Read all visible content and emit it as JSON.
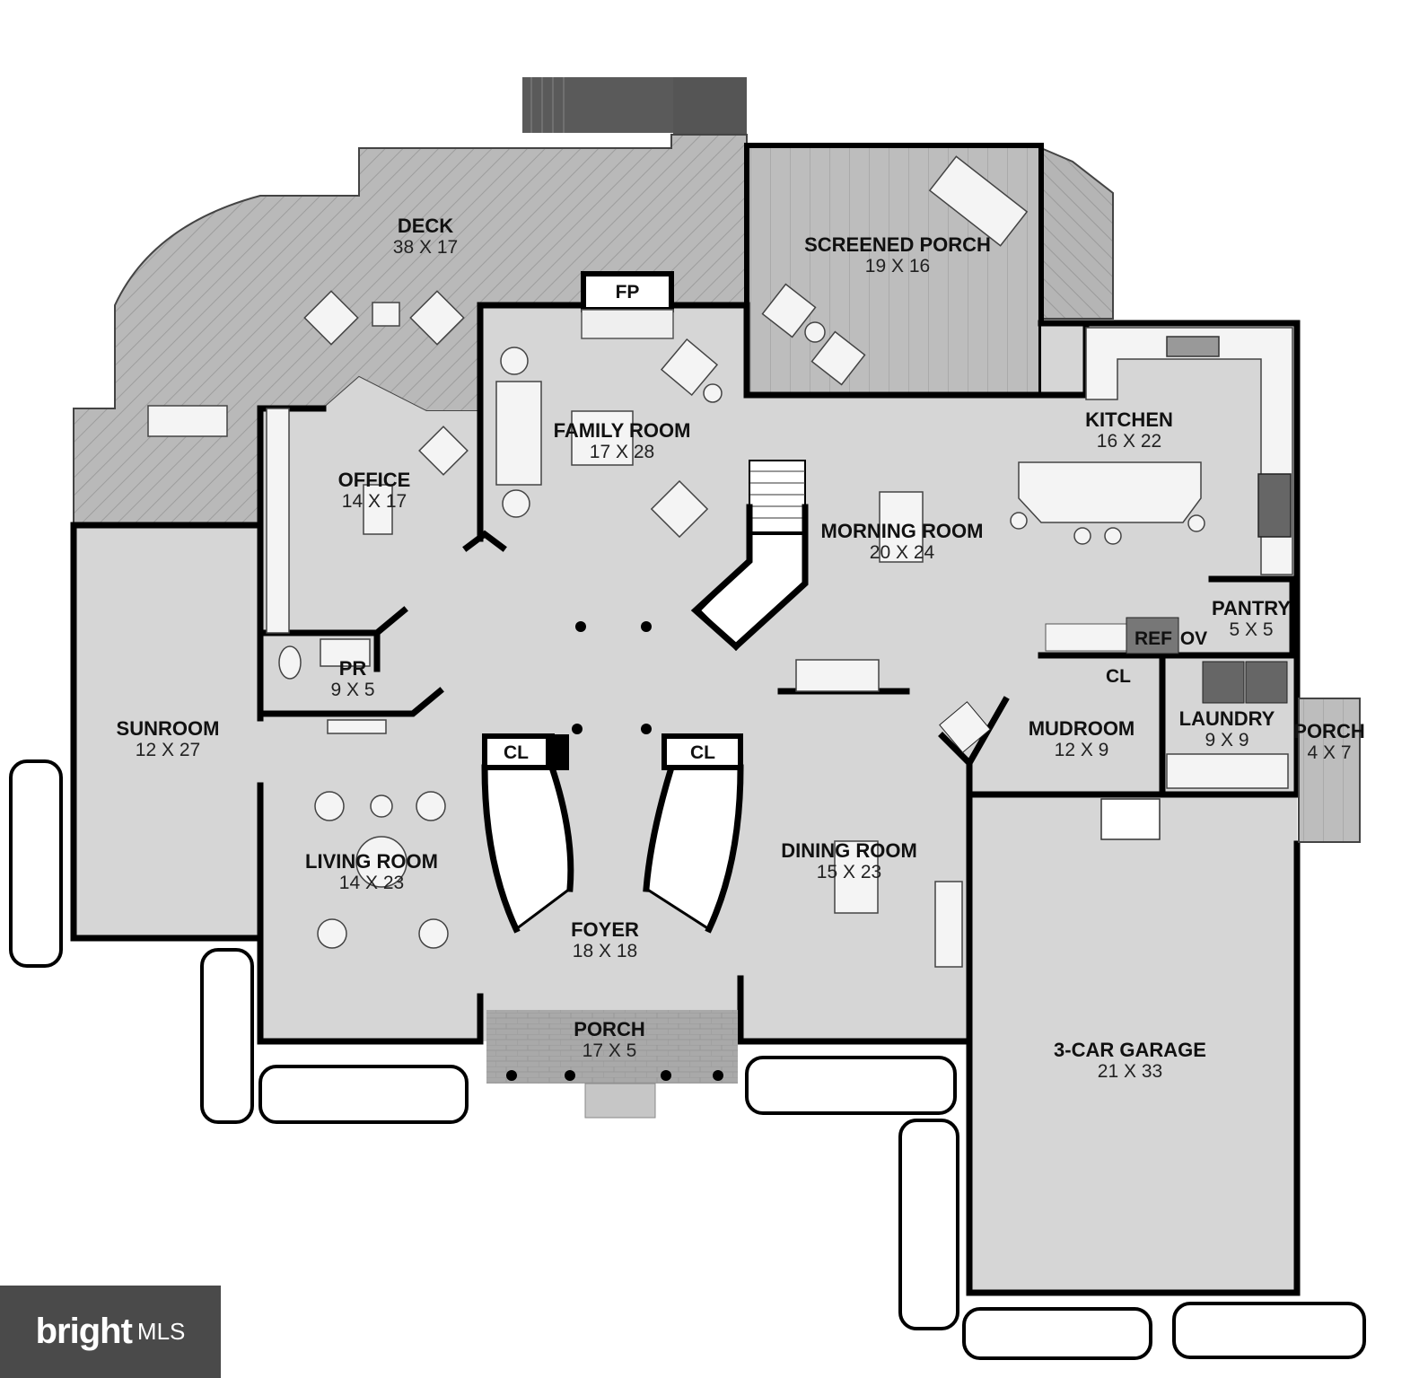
{
  "rooms": {
    "deck": {
      "name": "DECK",
      "dim": "38 X 17"
    },
    "screened_porch": {
      "name": "SCREENED PORCH",
      "dim": "19 X 16"
    },
    "fp": {
      "name": "FP"
    },
    "family_room": {
      "name": "FAMILY ROOM",
      "dim": "17 X 28"
    },
    "kitchen": {
      "name": "KITCHEN",
      "dim": "16 X 22"
    },
    "office": {
      "name": "OFFICE",
      "dim": "14 X 17"
    },
    "morning_room": {
      "name": "MORNING ROOM",
      "dim": "20 X 24"
    },
    "pantry": {
      "name": "PANTRY",
      "dim": "5 X 5"
    },
    "ref": {
      "name": "REF"
    },
    "ov": {
      "name": "OV"
    },
    "pr": {
      "name": "PR",
      "dim": "9 X 5"
    },
    "cl_mud": {
      "name": "CL"
    },
    "mudroom": {
      "name": "MUDROOM",
      "dim": "12 X 9"
    },
    "laundry": {
      "name": "LAUNDRY",
      "dim": "9 X 9"
    },
    "porch_side": {
      "name": "PORCH",
      "dim": "4 X 7"
    },
    "sunroom": {
      "name": "SUNROOM",
      "dim": "12 X 27"
    },
    "cl_left": {
      "name": "CL"
    },
    "cl_right": {
      "name": "CL"
    },
    "living_room": {
      "name": "LIVING ROOM",
      "dim": "14 X 23"
    },
    "dining_room": {
      "name": "DINING ROOM",
      "dim": "15 X 23"
    },
    "foyer": {
      "name": "FOYER",
      "dim": "18 X 18"
    },
    "porch_front": {
      "name": "PORCH",
      "dim": "17 X 5"
    },
    "garage": {
      "name": "3-CAR GARAGE",
      "dim": "21 X 33"
    }
  },
  "logo": {
    "brand": "bright",
    "suffix": "MLS"
  }
}
